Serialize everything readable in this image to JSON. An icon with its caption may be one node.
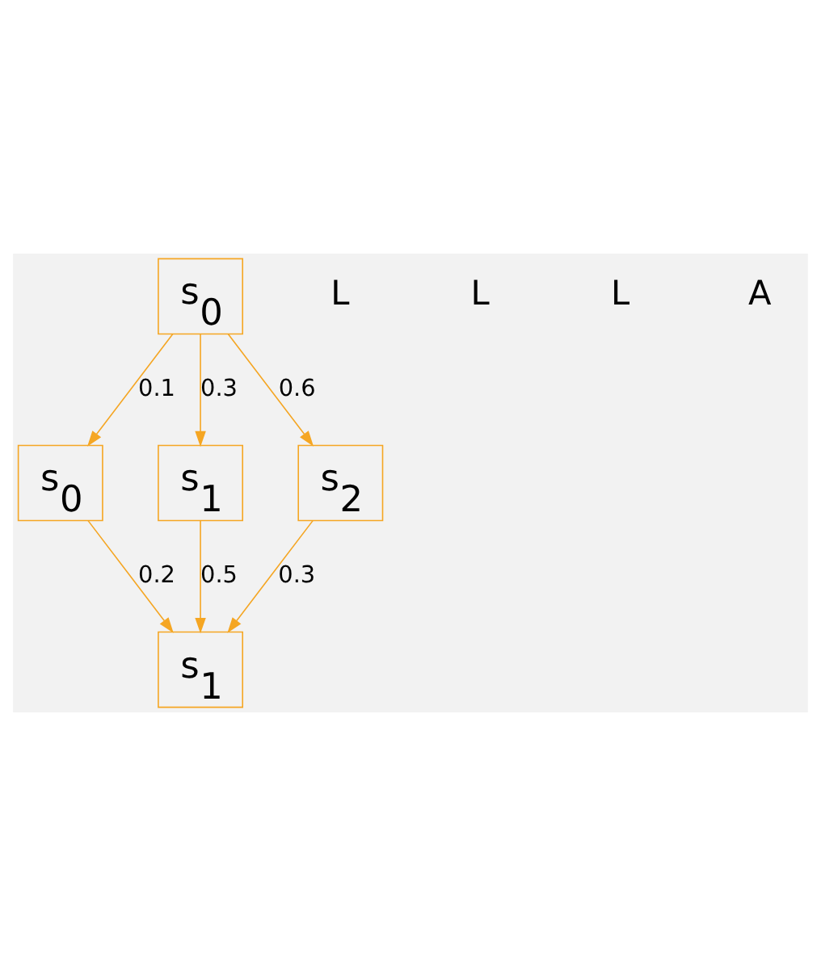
{
  "diagram": {
    "nodes": [
      {
        "text": [
          "s$_{0}$"
        ]
      },
      {
        "text": [
          "s$_{0}$"
        ]
      },
      {
        "text": [
          "s$_{1}$"
        ]
      },
      {
        "text": [
          "s$_{2}$"
        ]
      },
      {
        "text": [
          "s$_{1}$"
        ]
      }
    ],
    "edges": [
      {
        "from": 0,
        "to": 1,
        "arrow": "to",
        "label": "0.1"
      },
      {
        "from": 0,
        "to": 2,
        "arrow": "to",
        "label": "0.3"
      },
      {
        "from": 0,
        "to": 3,
        "arrow": "to",
        "label": "0.6"
      },
      {
        "from": 1,
        "to": 4,
        "arrow": "to",
        "label": "0.2"
      },
      {
        "from": 2,
        "to": 4,
        "arrow": "to",
        "label": "0.5"
      },
      {
        "from": 3,
        "to": 4,
        "arrow": "to",
        "label": "0.3"
      }
    ],
    "labels": [
      "L",
      "L",
      "L",
      "A"
    ]
  }
}
